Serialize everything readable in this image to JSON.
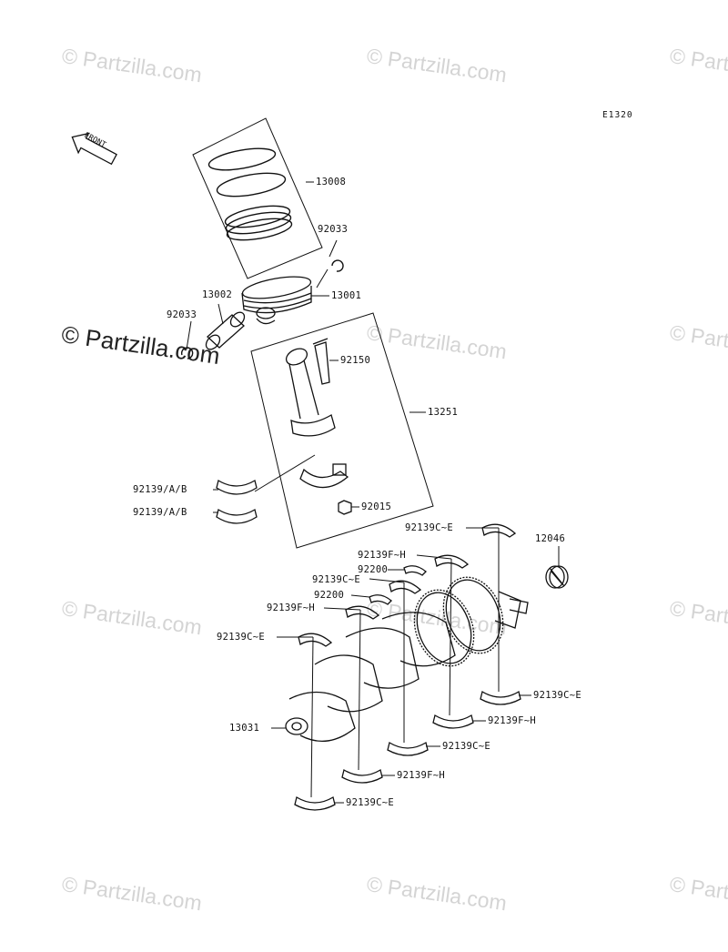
{
  "diagram": {
    "code": "E1320",
    "watermark_text": "© Partzilla.com",
    "front_label": "FRONT",
    "labels": {
      "13008": "13008",
      "92033_top": "92033",
      "13001": "13001",
      "13002": "13002",
      "92033_left": "92033",
      "92150": "92150",
      "13251": "13251",
      "92139ab_1": "92139/A/B",
      "92139ab_2": "92139/A/B",
      "92015": "92015",
      "92139ce_top": "92139C~E",
      "12046": "12046",
      "92139fh_1": "92139F~H",
      "92200_1": "92200",
      "92139ce_2": "92139C~E",
      "92200_2": "92200",
      "92139fh_2": "92139F~H",
      "92139ce_3": "92139C~E",
      "92139ce_r": "92139C~E",
      "13031": "13031",
      "92139fh_r": "92139F~H",
      "92139ce_b1": "92139C~E",
      "92139fh_b": "92139F~H",
      "92139ce_b2": "92139C~E"
    }
  }
}
